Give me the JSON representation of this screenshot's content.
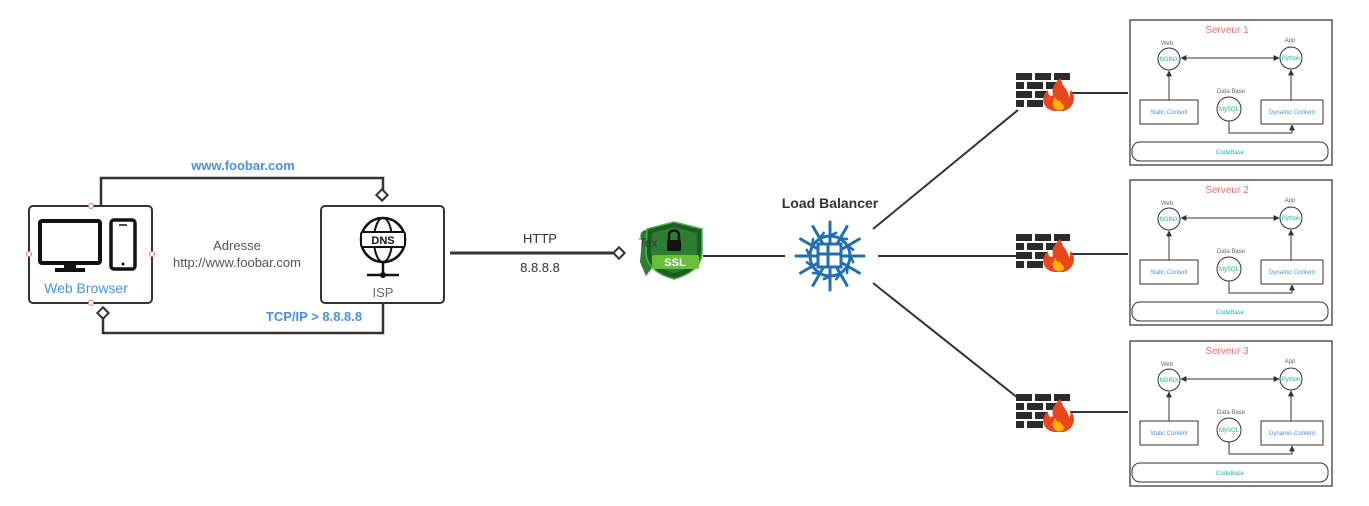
{
  "colors": {
    "blue": "#4a90e2",
    "teal": "#15b5a6",
    "server_title": "#ef6f6f",
    "connector": "#333333",
    "firewall_flame": "#e8471c",
    "ssl_green": "#2e7d32",
    "load_balancer": "#1f6fb2"
  },
  "browser": {
    "label": "Web Browser",
    "icons": [
      "monitor-icon",
      "smartphone-icon"
    ]
  },
  "dns_top_label": "www.foobar.com",
  "address": {
    "line1": "Adresse",
    "line2": "http://www.foobar.com"
  },
  "isp": {
    "label": "ISP",
    "icon": "dns-globe-icon",
    "icon_text": "DNS"
  },
  "tcp_label": "TCP/IP > 8.8.8.8",
  "http": {
    "label": "HTTP",
    "ip": "8.8.8.8"
  },
  "ssl": {
    "badge_text": "SSL",
    "overlay_text": "Tex",
    "icon": "ssl-shield-lock-icon"
  },
  "load_balancer": {
    "label": "Load Balancer",
    "icon": "load-balancer-icon"
  },
  "firewall": {
    "icon": "firewall-icon"
  },
  "servers": [
    {
      "title": "Serveur 1",
      "web": "Web",
      "nginx": "NGINX",
      "app": "App",
      "python": "Python",
      "database": "Data Base",
      "mysql": "MySQL",
      "static": "Static Content",
      "dynamic": "Dynamic Content",
      "codebase": "CodeBase"
    },
    {
      "title": "Serveur 2",
      "web": "Web",
      "nginx": "NGINX",
      "app": "App",
      "python": "Python",
      "database": "Data Base",
      "mysql": "MySQL",
      "static": "Static Content",
      "dynamic": "Dynamic Content",
      "codebase": "CodeBase"
    },
    {
      "title": "Serveur 3",
      "web": "Web",
      "nginx": "NGINX",
      "app": "App",
      "python": "Python",
      "database": "Data Base",
      "mysql": "MySQL",
      "static": "Static Content",
      "dynamic": "Dynamic Content",
      "codebase": "CodeBase"
    }
  ]
}
